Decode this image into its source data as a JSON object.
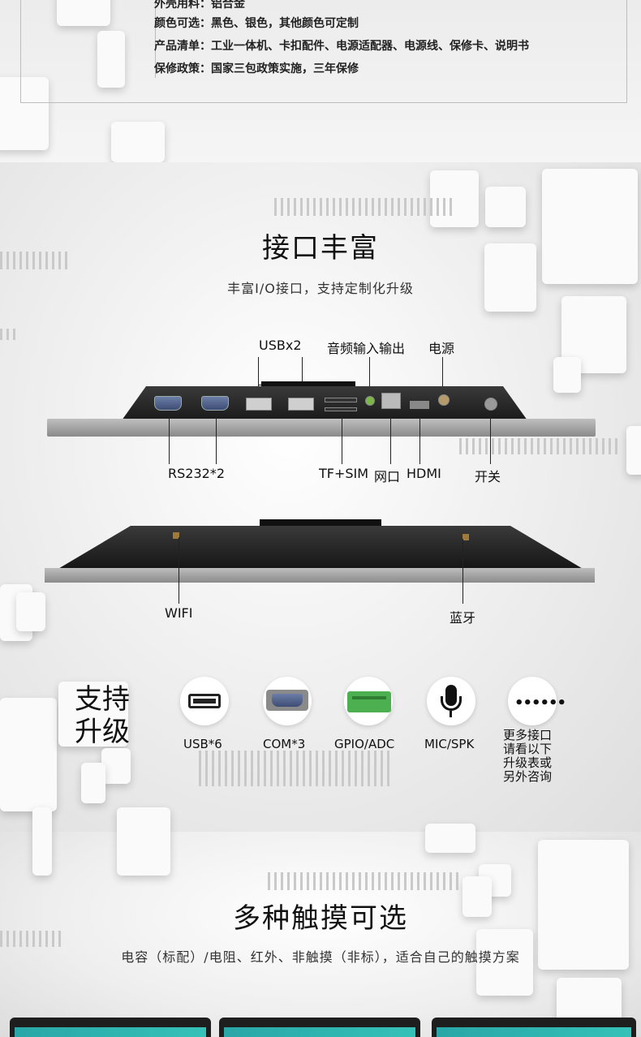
{
  "spec": {
    "rows": [
      {
        "key": "外壳用料：",
        "val": "铝合金"
      },
      {
        "key": "颜色可选：",
        "val": "黑色、银色，其他颜色可定制"
      },
      {
        "key": "产品清单：",
        "val": "工业一体机、卡扣配件、电源适配器、电源线、保修卡、说明书"
      },
      {
        "key": "保修政策：",
        "val": "国家三包政策实施，三年保修"
      }
    ]
  },
  "interfaces": {
    "title": "接口丰富",
    "subtitle": "丰富I/O接口，支持定制化升级",
    "top_labels": {
      "usb": "USBx2",
      "audio": "音频输入输出",
      "power": "电源"
    },
    "bottom_labels": {
      "rs232": "RS232*2",
      "tfsim": "TF+SIM",
      "lan": "网口",
      "hdmi": "HDMI",
      "switch": "开关"
    },
    "antenna_labels": {
      "wifi": "WIFI",
      "bluetooth": "蓝牙"
    }
  },
  "upgrade": {
    "title_line1": "支持",
    "title_line2": "升级",
    "items": [
      {
        "label": "USB*6",
        "icon": "usb-port-icon"
      },
      {
        "label": "COM*3",
        "icon": "com-port-icon"
      },
      {
        "label": "GPIO/ADC",
        "icon": "gpio-terminal-icon"
      },
      {
        "label": "MIC/SPK",
        "icon": "microphone-icon"
      }
    ],
    "more": {
      "icon": "more-dots-icon",
      "line1": "更多接口",
      "line2": "请看以下",
      "line3": "升级表或",
      "line4": "另外咨询"
    }
  },
  "touch": {
    "title": "多种触摸可选",
    "subtitle": "电容（标配）/电阻、红外、非触摸（非标），适合自己的触摸方案"
  },
  "colors": {
    "accent_screen": "#2aa7a8",
    "device_body": "#1a1a1a",
    "device_frame": "#9a9a9a"
  }
}
